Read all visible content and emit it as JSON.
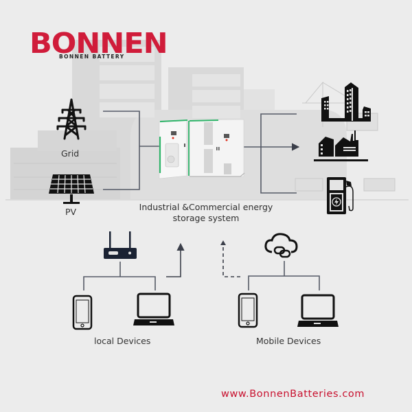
{
  "brand": {
    "logo_text": "BONNEN",
    "logo_subtitle": "BONNEN BATTERY",
    "brand_color": "#d01c3a",
    "website": "www.BonnenBatteries.com"
  },
  "diagram": {
    "inputs": [
      {
        "label": "Grid",
        "icon": "transmission-tower-icon"
      },
      {
        "label": "PV",
        "icon": "solar-panel-icon"
      }
    ],
    "center": {
      "label_line1": "Industrial &Commercial energy",
      "label_line2": "storage system",
      "icon": "energy-storage-cabinet-icon",
      "accent_color": "#2fb56a"
    },
    "outputs": [
      {
        "icon": "office-building-icon"
      },
      {
        "icon": "factory-icon"
      },
      {
        "icon": "ev-charging-station-icon"
      }
    ],
    "device_groups": [
      {
        "label": "local Devices",
        "hub_icon": "router-icon",
        "devices": [
          "smartphone-icon",
          "laptop-icon"
        ],
        "link_style": "solid"
      },
      {
        "label": "Mobile Devices",
        "hub_icon": "cloud-link-icon",
        "devices": [
          "smartphone-icon",
          "laptop-icon"
        ],
        "link_style": "dashed"
      }
    ],
    "line_color": "#555a66",
    "icon_color": "#111111"
  }
}
